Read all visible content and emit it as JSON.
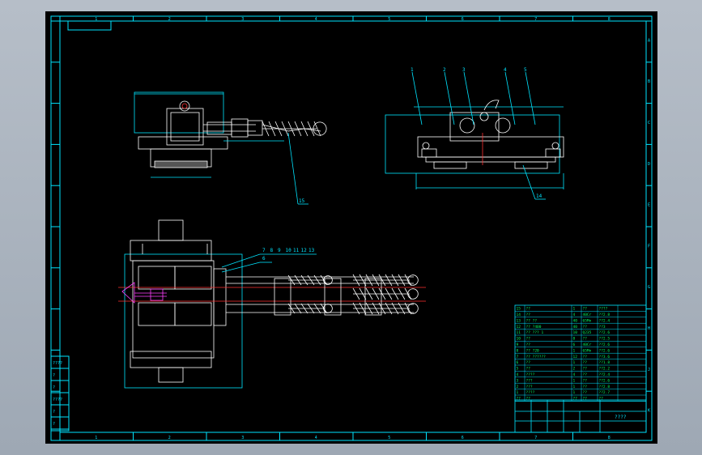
{
  "sheet": {
    "colors": {
      "frame": "#00e5ff",
      "geometry": "#ffffff",
      "dims": "#00e5ff",
      "center": "#ff3030",
      "accent": "#ff40ff",
      "table_text": "#00ff66",
      "label_yellow": "#ffff60"
    },
    "zone_numbers": [
      "1",
      "2",
      "3",
      "4",
      "5",
      "6",
      "7",
      "8"
    ],
    "zone_letters": [
      "A",
      "B",
      "C",
      "D",
      "E",
      "F",
      "G",
      "H",
      "J",
      "K"
    ],
    "balloons_side": [
      "1",
      "2",
      "3",
      "4",
      "5"
    ],
    "balloon_side_bottom": "14",
    "balloon_top_left": "15",
    "balloons_plan": [
      "7",
      "8",
      "9",
      "10",
      "11",
      "12",
      "13"
    ],
    "balloon_plan_6": "6",
    "title_block_name": "????",
    "left_strip": [
      "????",
      "?",
      "?",
      "????",
      "?",
      "?"
    ]
  },
  "bom": {
    "rows": [
      {
        "no": "15",
        "name": "??",
        "qty": "1",
        "mat": "??",
        "code": "????"
      },
      {
        "no": "14",
        "name": "??",
        "qty": "4",
        "mat": "40Cr",
        "code": "??2.8"
      },
      {
        "no": "13",
        "name": "?? ??",
        "qty": "40",
        "mat": "65Mn",
        "code": "??2.4"
      },
      {
        "no": "12",
        "name": "?? ?400",
        "qty": "40",
        "mat": "??",
        "code": "??3"
      },
      {
        "no": "11",
        "name": "?? ??? 1",
        "qty": "10",
        "mat": "Q235",
        "code": "??2.6"
      },
      {
        "no": "10",
        "name": "??",
        "qty": "8",
        "mat": "??",
        "code": "??2.5"
      },
      {
        "no": "9",
        "name": "??",
        "qty": "6",
        "mat": "40Cr",
        "code": "??2.6"
      },
      {
        "no": "8",
        "name": "?? ?20",
        "qty": "1",
        "mat": "65Mn",
        "code": "??2.6"
      },
      {
        "no": "7",
        "name": "?? ??????",
        "qty": "12",
        "mat": "??",
        "code": "??3.6"
      },
      {
        "no": "6",
        "name": "??",
        "qty": "1",
        "mat": "??",
        "code": "??1.8"
      },
      {
        "no": "5",
        "name": "??",
        "qty": "2",
        "mat": "??",
        "code": "??2.2"
      },
      {
        "no": "4",
        "name": "????",
        "qty": "4",
        "mat": "??",
        "code": "??2.4"
      },
      {
        "no": "3",
        "name": "???",
        "qty": "1",
        "mat": "??",
        "code": "??2.6"
      },
      {
        "no": "2",
        "name": "???",
        "qty": "1",
        "mat": "??",
        "code": "??2.8"
      },
      {
        "no": "1",
        "name": "????",
        "qty": "1",
        "mat": "??",
        "code": "??2.7"
      }
    ],
    "header": {
      "no": "??",
      "name": "??",
      "qty": "??",
      "mat": "??",
      "code": "??"
    }
  }
}
